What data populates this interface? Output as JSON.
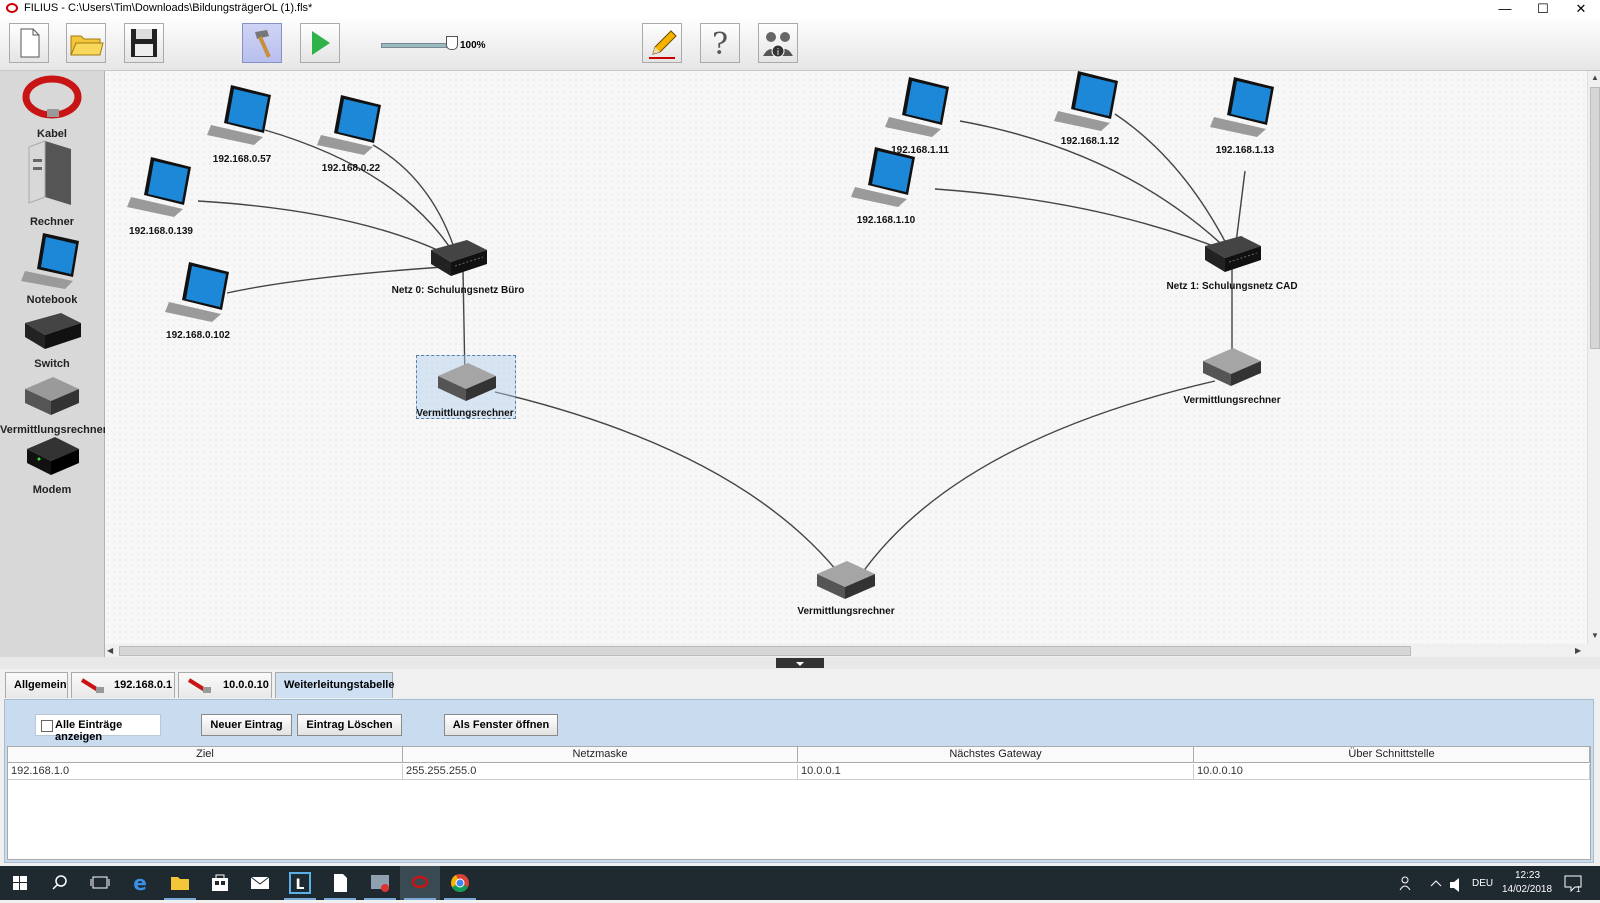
{
  "window": {
    "title": "FILIUS - C:\\Users\\Tim\\Downloads\\BildungsträgerOL (1).fls*",
    "minimize": "—",
    "maximize": "☐",
    "close": "✕"
  },
  "toolbar": {
    "zoom": "100%"
  },
  "palette": {
    "items": [
      "Kabel",
      "Rechner",
      "Notebook",
      "Switch",
      "Vermittlungsrechner",
      "Modem"
    ]
  },
  "network": {
    "switches": [
      {
        "label": "Netz 0: Schulungsnetz Büro"
      },
      {
        "label": "Netz 1: Schulungsnetz CAD"
      }
    ],
    "notebooks_net0": [
      "192.168.0.57",
      "192.168.0.22",
      "192.168.0.139",
      "192.168.0.102"
    ],
    "notebooks_net1": [
      "192.168.1.11",
      "192.168.1.12",
      "192.168.1.13",
      "192.168.1.10"
    ],
    "routers": [
      "Vermittlungsrechner",
      "Vermittlungsrechner",
      "Vermittlungsrechner"
    ]
  },
  "tabs": [
    "Allgemein",
    "192.168.0.1",
    "10.0.0.10",
    "Weiterleitungstabelle"
  ],
  "detail": {
    "checkbox_label": "Alle Einträge anzeigen",
    "buttons": [
      "Neuer Eintrag",
      "Eintrag Löschen",
      "Als Fenster öffnen"
    ],
    "columns": [
      "Ziel",
      "Netzmaske",
      "Nächstes Gateway",
      "Über Schnittstelle"
    ],
    "rows": [
      [
        "192.168.1.0",
        "255.255.255.0",
        "10.0.0.1",
        "10.0.0.10"
      ]
    ]
  },
  "taskbar": {
    "time": "12:23",
    "date": "14/02/2018",
    "lang": "DEU",
    "notifications": "1"
  }
}
